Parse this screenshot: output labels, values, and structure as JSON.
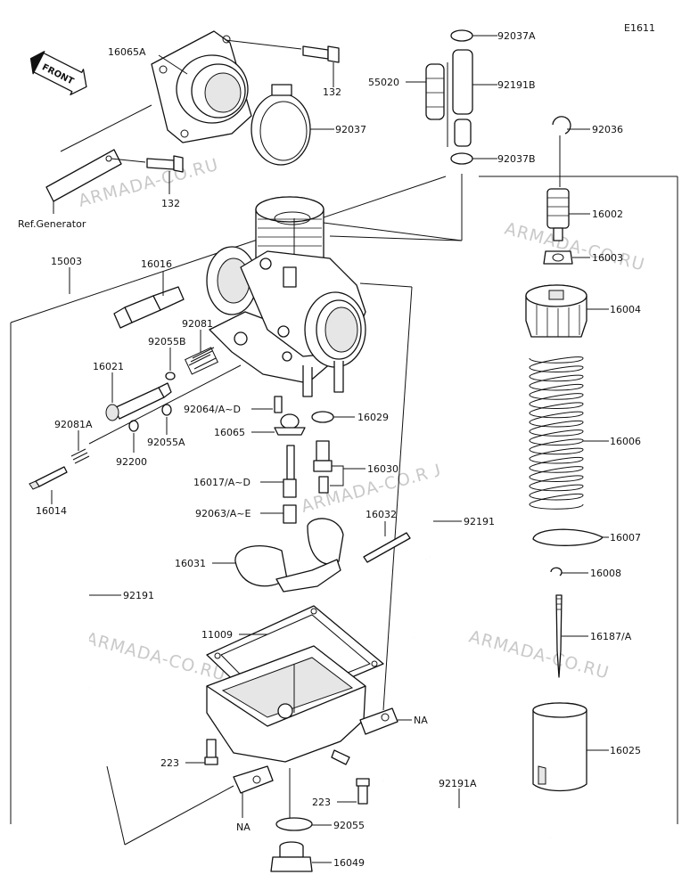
{
  "diagram": {
    "code": "E1611",
    "front_label": "FRONT",
    "ref_label": "Ref.Generator",
    "watermark": "ARMADA-CO.RU",
    "labels": {
      "l16065A": "16065A",
      "l132a": "132",
      "l132b": "132",
      "l92037A": "92037A",
      "l55020": "55020",
      "l92191B": "92191B",
      "l92037": "92037",
      "l92036": "92036",
      "l92037B": "92037B",
      "l16002": "16002",
      "l16003": "16003",
      "l16004": "16004",
      "l15003": "15003",
      "l16016": "16016",
      "l92081": "92081",
      "l92055B": "92055B",
      "l16021": "16021",
      "l92064": "92064/A~D",
      "l16029": "16029",
      "l16065": "16065",
      "l92081A": "92081A",
      "l92055A": "92055A",
      "l92200": "92200",
      "l16030": "16030",
      "l16017": "16017/A~D",
      "l16006": "16006",
      "l16014": "16014",
      "l92063": "92063/A~E",
      "l16032": "16032",
      "l92191a": "92191",
      "l16007": "16007",
      "l16031": "16031",
      "l16008": "16008",
      "l92191b": "92191",
      "l11009": "11009",
      "l16187A": "16187/A",
      "lNAa": "NA",
      "l16025": "16025",
      "l223a": "223",
      "l92191A": "92191A",
      "l223b": "223",
      "lNAb": "NA",
      "l92055": "92055",
      "l16049": "16049"
    }
  }
}
